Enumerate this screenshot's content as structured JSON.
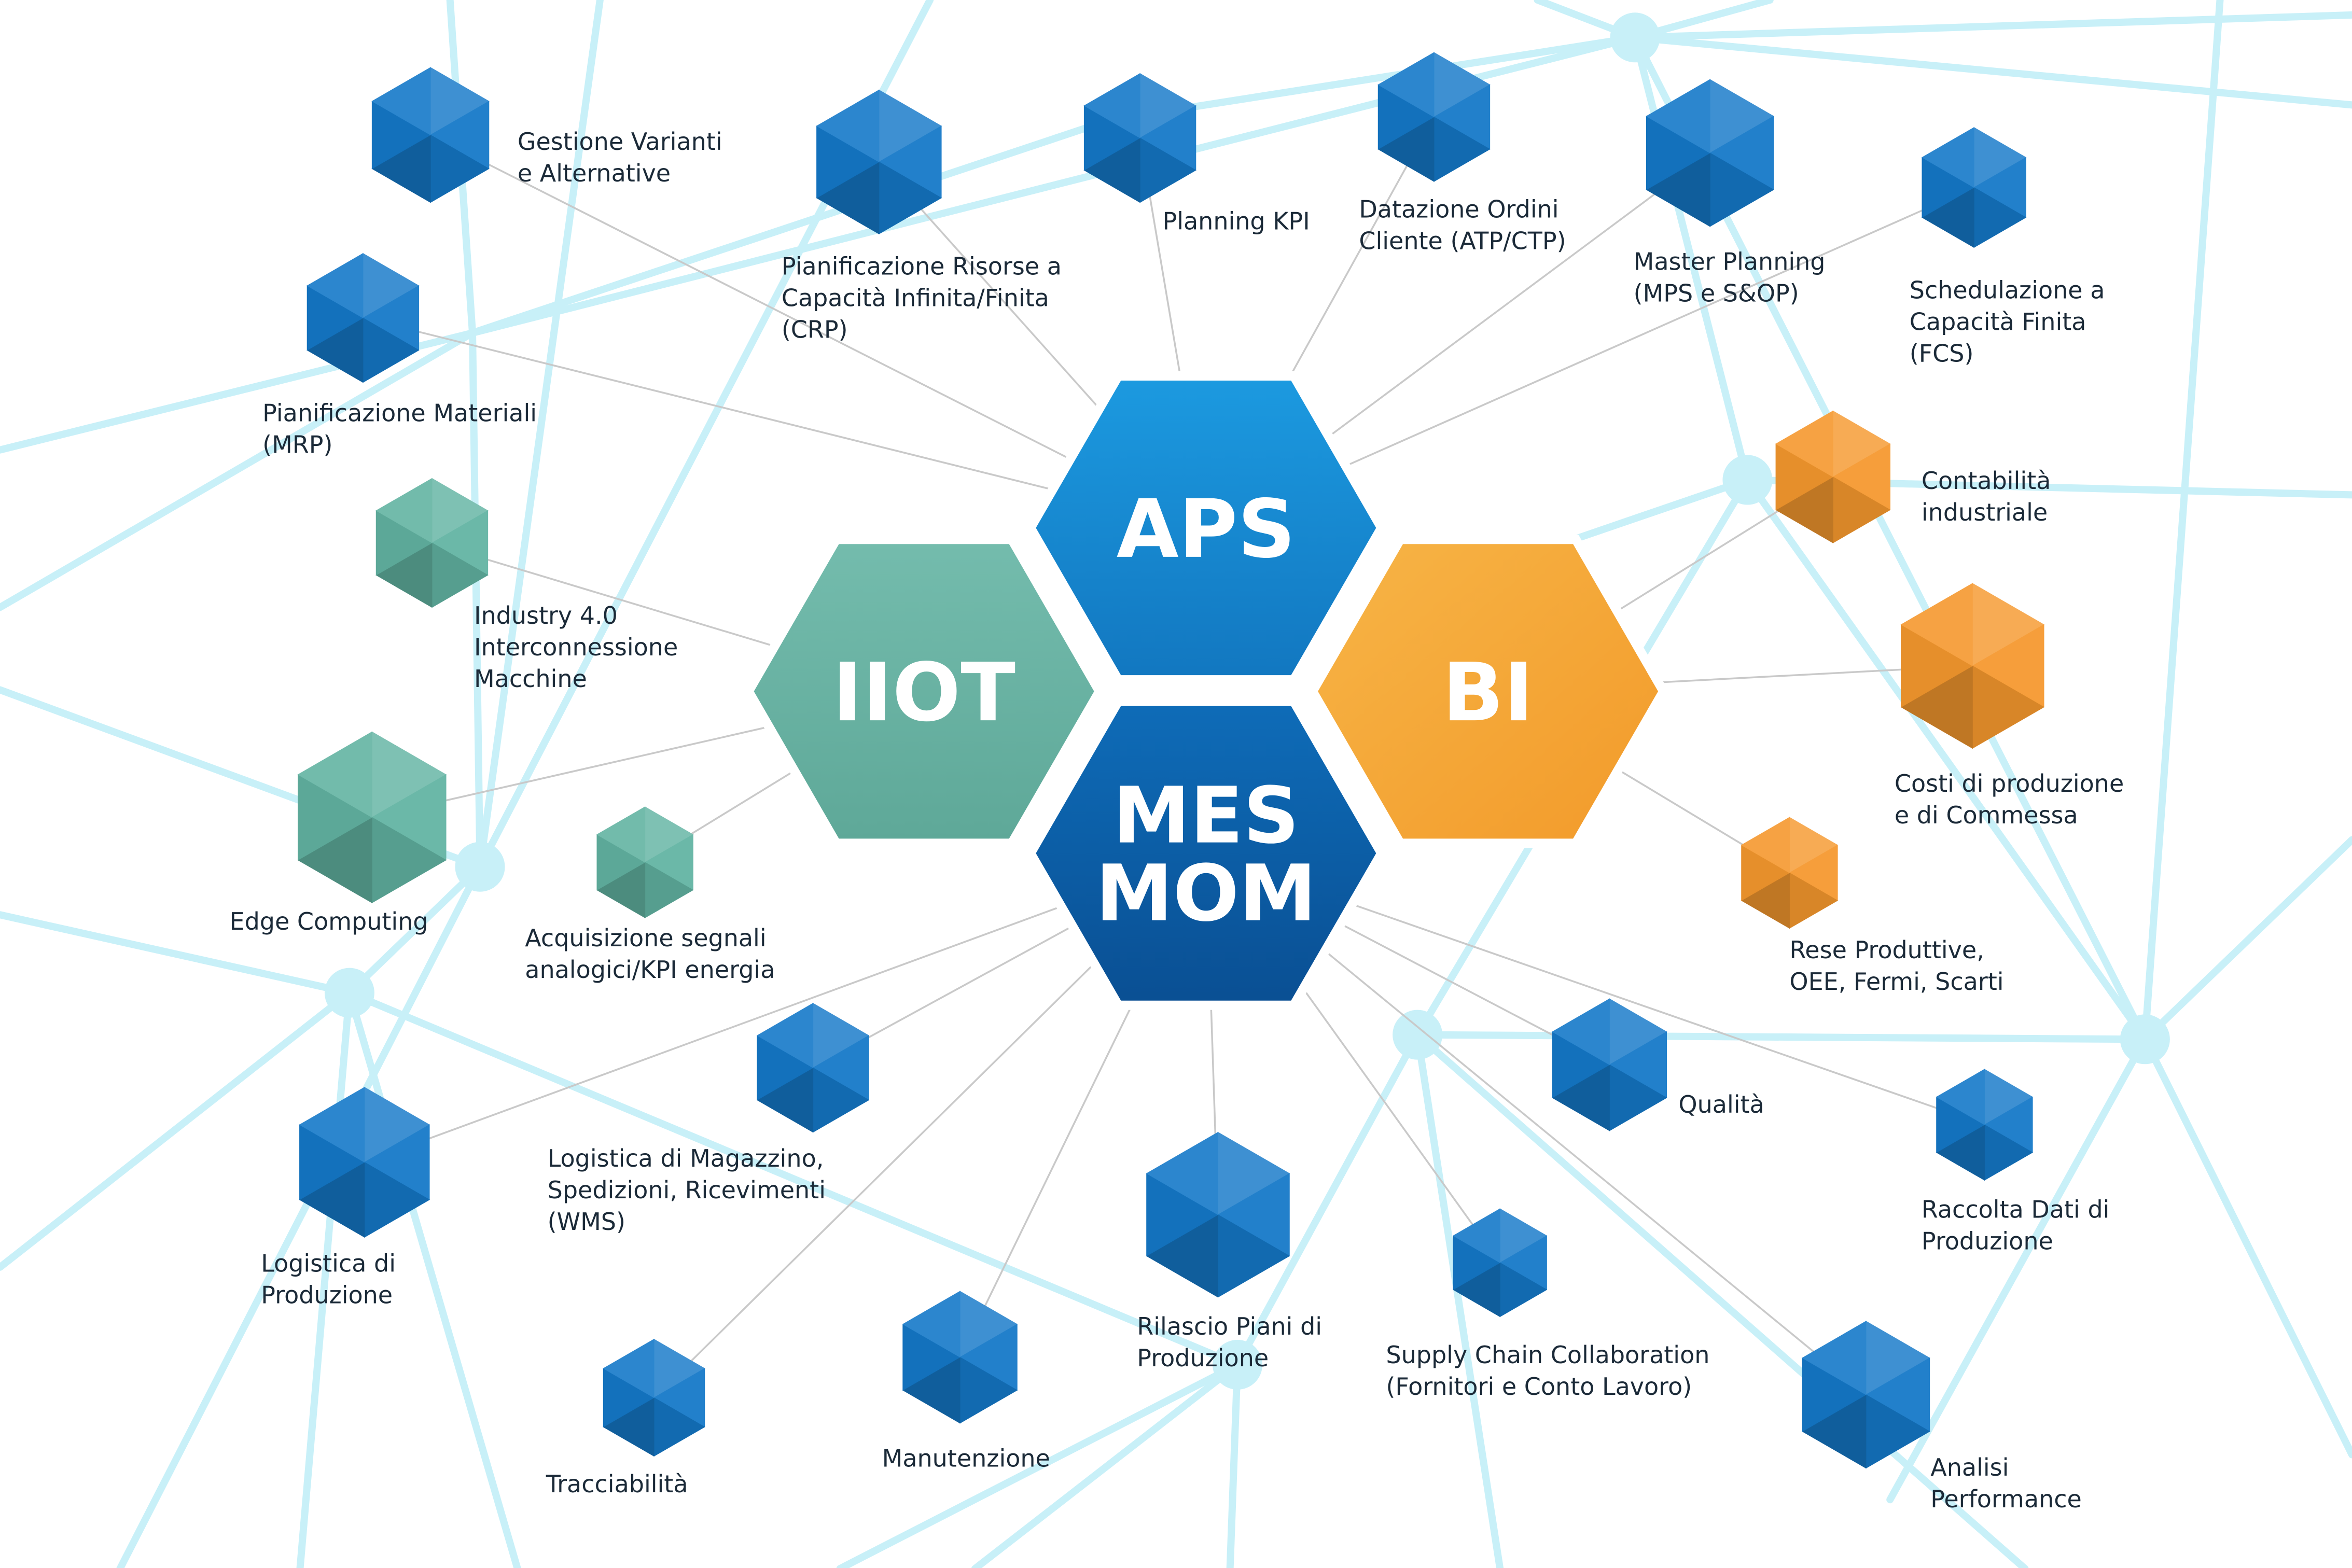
{
  "colors": {
    "network_line": "#c8f0f8",
    "network_dot": "#c8f0f8",
    "connector": "#c9c9c9",
    "aps": "#1a8fd6",
    "mes": "#0c5ea6",
    "iiot": "#6fb7a7",
    "bi": "#f5a936",
    "node_blue": "#1478c8",
    "node_teal": "#62b3a2",
    "node_orange": "#f5982e",
    "label_text": "#1b2a38"
  },
  "hubs": [
    {
      "id": "aps",
      "lines": [
        "APS"
      ],
      "color": "aps"
    },
    {
      "id": "iiot",
      "lines": [
        "IIOT"
      ],
      "color": "iiot"
    },
    {
      "id": "bi",
      "lines": [
        "BI"
      ],
      "color": "bi"
    },
    {
      "id": "mes",
      "lines": [
        "MES",
        "MOM"
      ],
      "color": "mes"
    }
  ],
  "nodes": [
    {
      "id": "gestione-varianti",
      "color": "node_blue",
      "lines": [
        "Gestione Varianti",
        "e Alternative"
      ]
    },
    {
      "id": "pianificazione-risorse",
      "color": "node_blue",
      "lines": [
        "Pianificazione Risorse a",
        "Capacità Infinita/Finita",
        "(CRP)"
      ]
    },
    {
      "id": "planning-kpi",
      "color": "node_blue",
      "lines": [
        "Planning KPI"
      ]
    },
    {
      "id": "datazione-ordini",
      "color": "node_blue",
      "lines": [
        "Datazione Ordini",
        "Cliente (ATP/CTP)"
      ]
    },
    {
      "id": "master-planning",
      "color": "node_blue",
      "lines": [
        "Master Planning",
        "(MPS e S&OP)"
      ]
    },
    {
      "id": "schedulazione",
      "color": "node_blue",
      "lines": [
        "Schedulazione a",
        "Capacità Finita",
        "(FCS)"
      ]
    },
    {
      "id": "pianificazione-materiali",
      "color": "node_blue",
      "lines": [
        "Pianificazione Materiali",
        "(MRP)"
      ]
    },
    {
      "id": "industry-40",
      "color": "node_teal",
      "lines": [
        "Industry 4.0",
        "Interconnessione",
        "Macchine"
      ]
    },
    {
      "id": "edge-computing",
      "color": "node_teal",
      "lines": [
        "Edge Computing"
      ]
    },
    {
      "id": "acquisizione-segnali",
      "color": "node_teal",
      "lines": [
        "Acquisizione segnali",
        "analogici/KPI energia"
      ]
    },
    {
      "id": "contabilita",
      "color": "node_orange",
      "lines": [
        "Contabilità",
        "industriale"
      ]
    },
    {
      "id": "costi-produzione",
      "color": "node_orange",
      "lines": [
        "Costi di produzione",
        "e di Commessa"
      ]
    },
    {
      "id": "rese-produttive",
      "color": "node_orange",
      "lines": [
        "Rese Produttive,",
        "OEE, Fermi, Scarti"
      ]
    },
    {
      "id": "qualita",
      "color": "node_blue",
      "lines": [
        "Qualità"
      ]
    },
    {
      "id": "raccolta-dati",
      "color": "node_blue",
      "lines": [
        "Raccolta Dati di",
        "Produzione"
      ]
    },
    {
      "id": "logistica-magazzino",
      "color": "node_blue",
      "lines": [
        "Logistica di Magazzino,",
        "Spedizioni, Ricevimenti",
        "(WMS)"
      ]
    },
    {
      "id": "logistica-produzione",
      "color": "node_blue",
      "lines": [
        "Logistica di",
        "Produzione"
      ]
    },
    {
      "id": "rilascio-piani",
      "color": "node_blue",
      "lines": [
        "Rilascio Piani di",
        "Produzione"
      ]
    },
    {
      "id": "supply-chain",
      "color": "node_blue",
      "lines": [
        "Supply Chain Collaboration",
        "(Fornitori e Conto Lavoro)"
      ]
    },
    {
      "id": "manutenzione",
      "color": "node_blue",
      "lines": [
        "Manutenzione"
      ]
    },
    {
      "id": "tracciabilita",
      "color": "node_blue",
      "lines": [
        "Tracciabilità"
      ]
    },
    {
      "id": "analisi-performance",
      "color": "node_blue",
      "lines": [
        "Analisi",
        "Performance"
      ]
    }
  ]
}
